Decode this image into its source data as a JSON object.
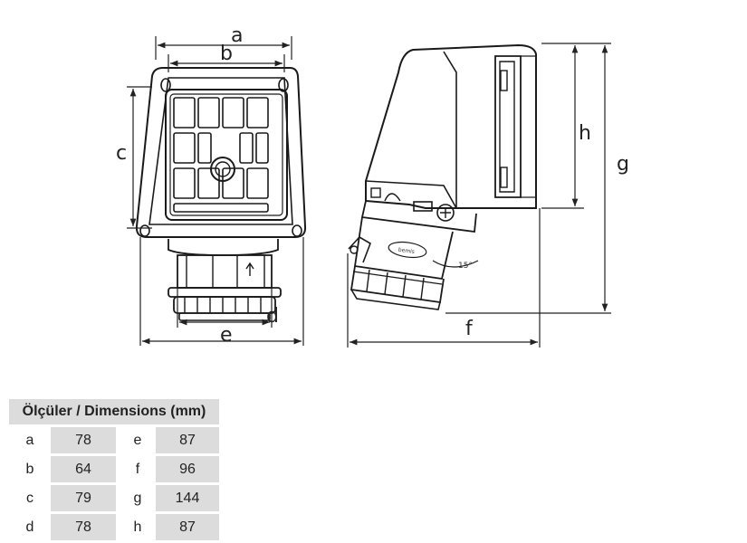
{
  "diagram": {
    "labels": {
      "a": "a",
      "b": "b",
      "c": "c",
      "d": "d",
      "e": "e",
      "f": "f",
      "g": "g",
      "h": "h"
    },
    "angle": "15°",
    "logo": "bemis"
  },
  "table": {
    "header": "Ölçüler / Dimensions (mm)",
    "rows": [
      {
        "k1": "a",
        "v1": "78",
        "k2": "e",
        "v2": "87"
      },
      {
        "k1": "b",
        "v1": "64",
        "k2": "f",
        "v2": "96"
      },
      {
        "k1": "c",
        "v1": "79",
        "k2": "g",
        "v2": "144"
      },
      {
        "k1": "d",
        "v1": "78",
        "k2": "h",
        "v2": "87"
      }
    ]
  }
}
